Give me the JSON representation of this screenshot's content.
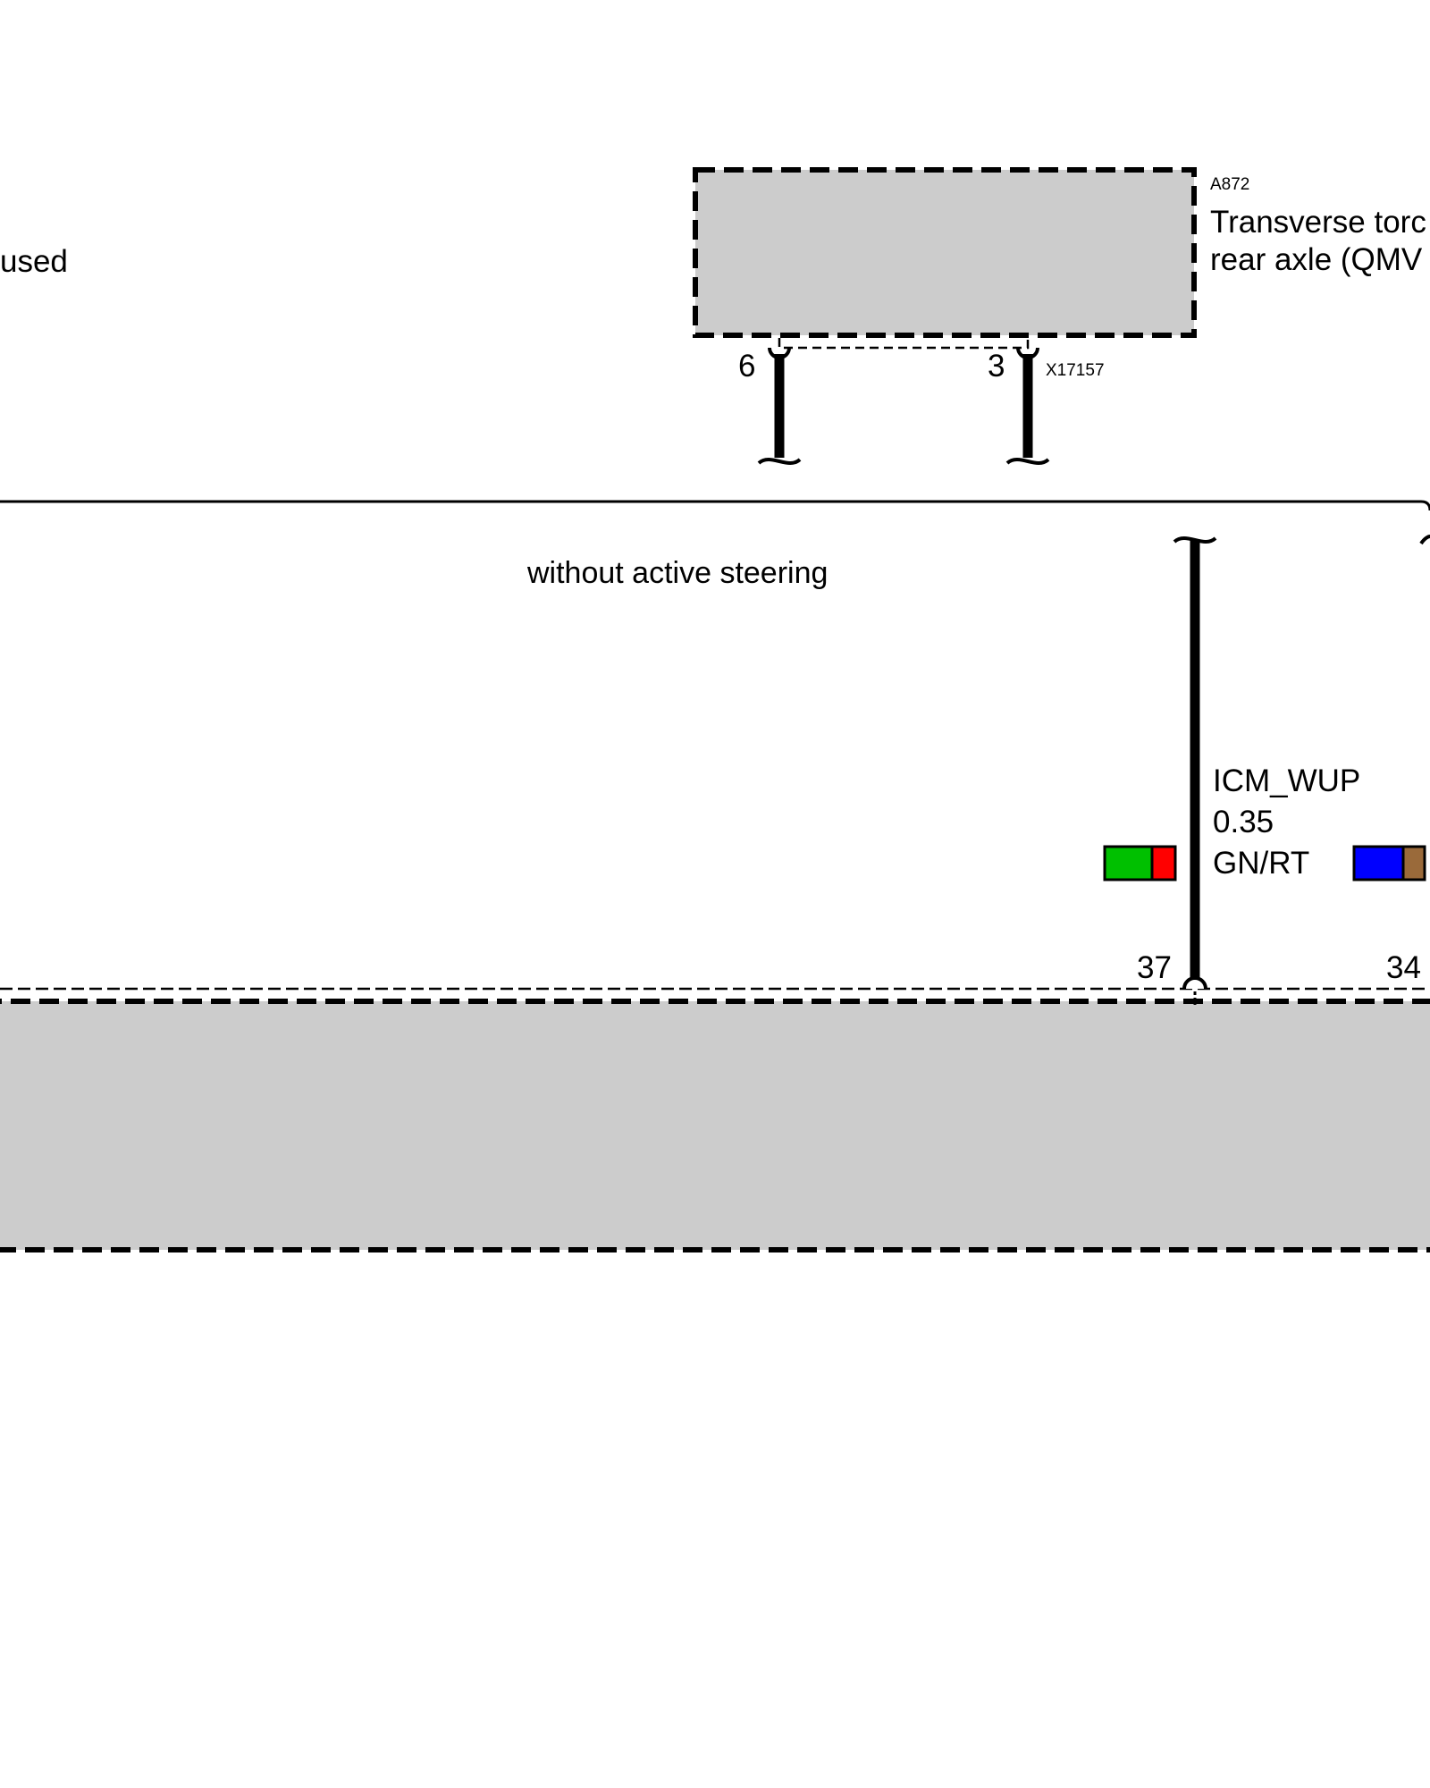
{
  "module_a872": {
    "id": "A872",
    "name_line1": "Transverse torc",
    "name_line2": "rear axle (QMV"
  },
  "left_note": "used",
  "connector_x17157": {
    "id": "X17157",
    "pin_left": "6",
    "pin_right": "3"
  },
  "group_label": "without active steering",
  "wire_icm_wup": {
    "signal": "ICM_WUP",
    "cross_section": "0.35",
    "color_code": "GN/RT",
    "colors": [
      "#00c000",
      "#ff0000"
    ]
  },
  "wire_right_colors": [
    "#0000ff",
    "#9a6a3a"
  ],
  "bottom_module": {
    "pin_left": "37",
    "pin_right": "34"
  },
  "colors": {
    "module_fill": "#cccccc",
    "line": "#000000"
  }
}
